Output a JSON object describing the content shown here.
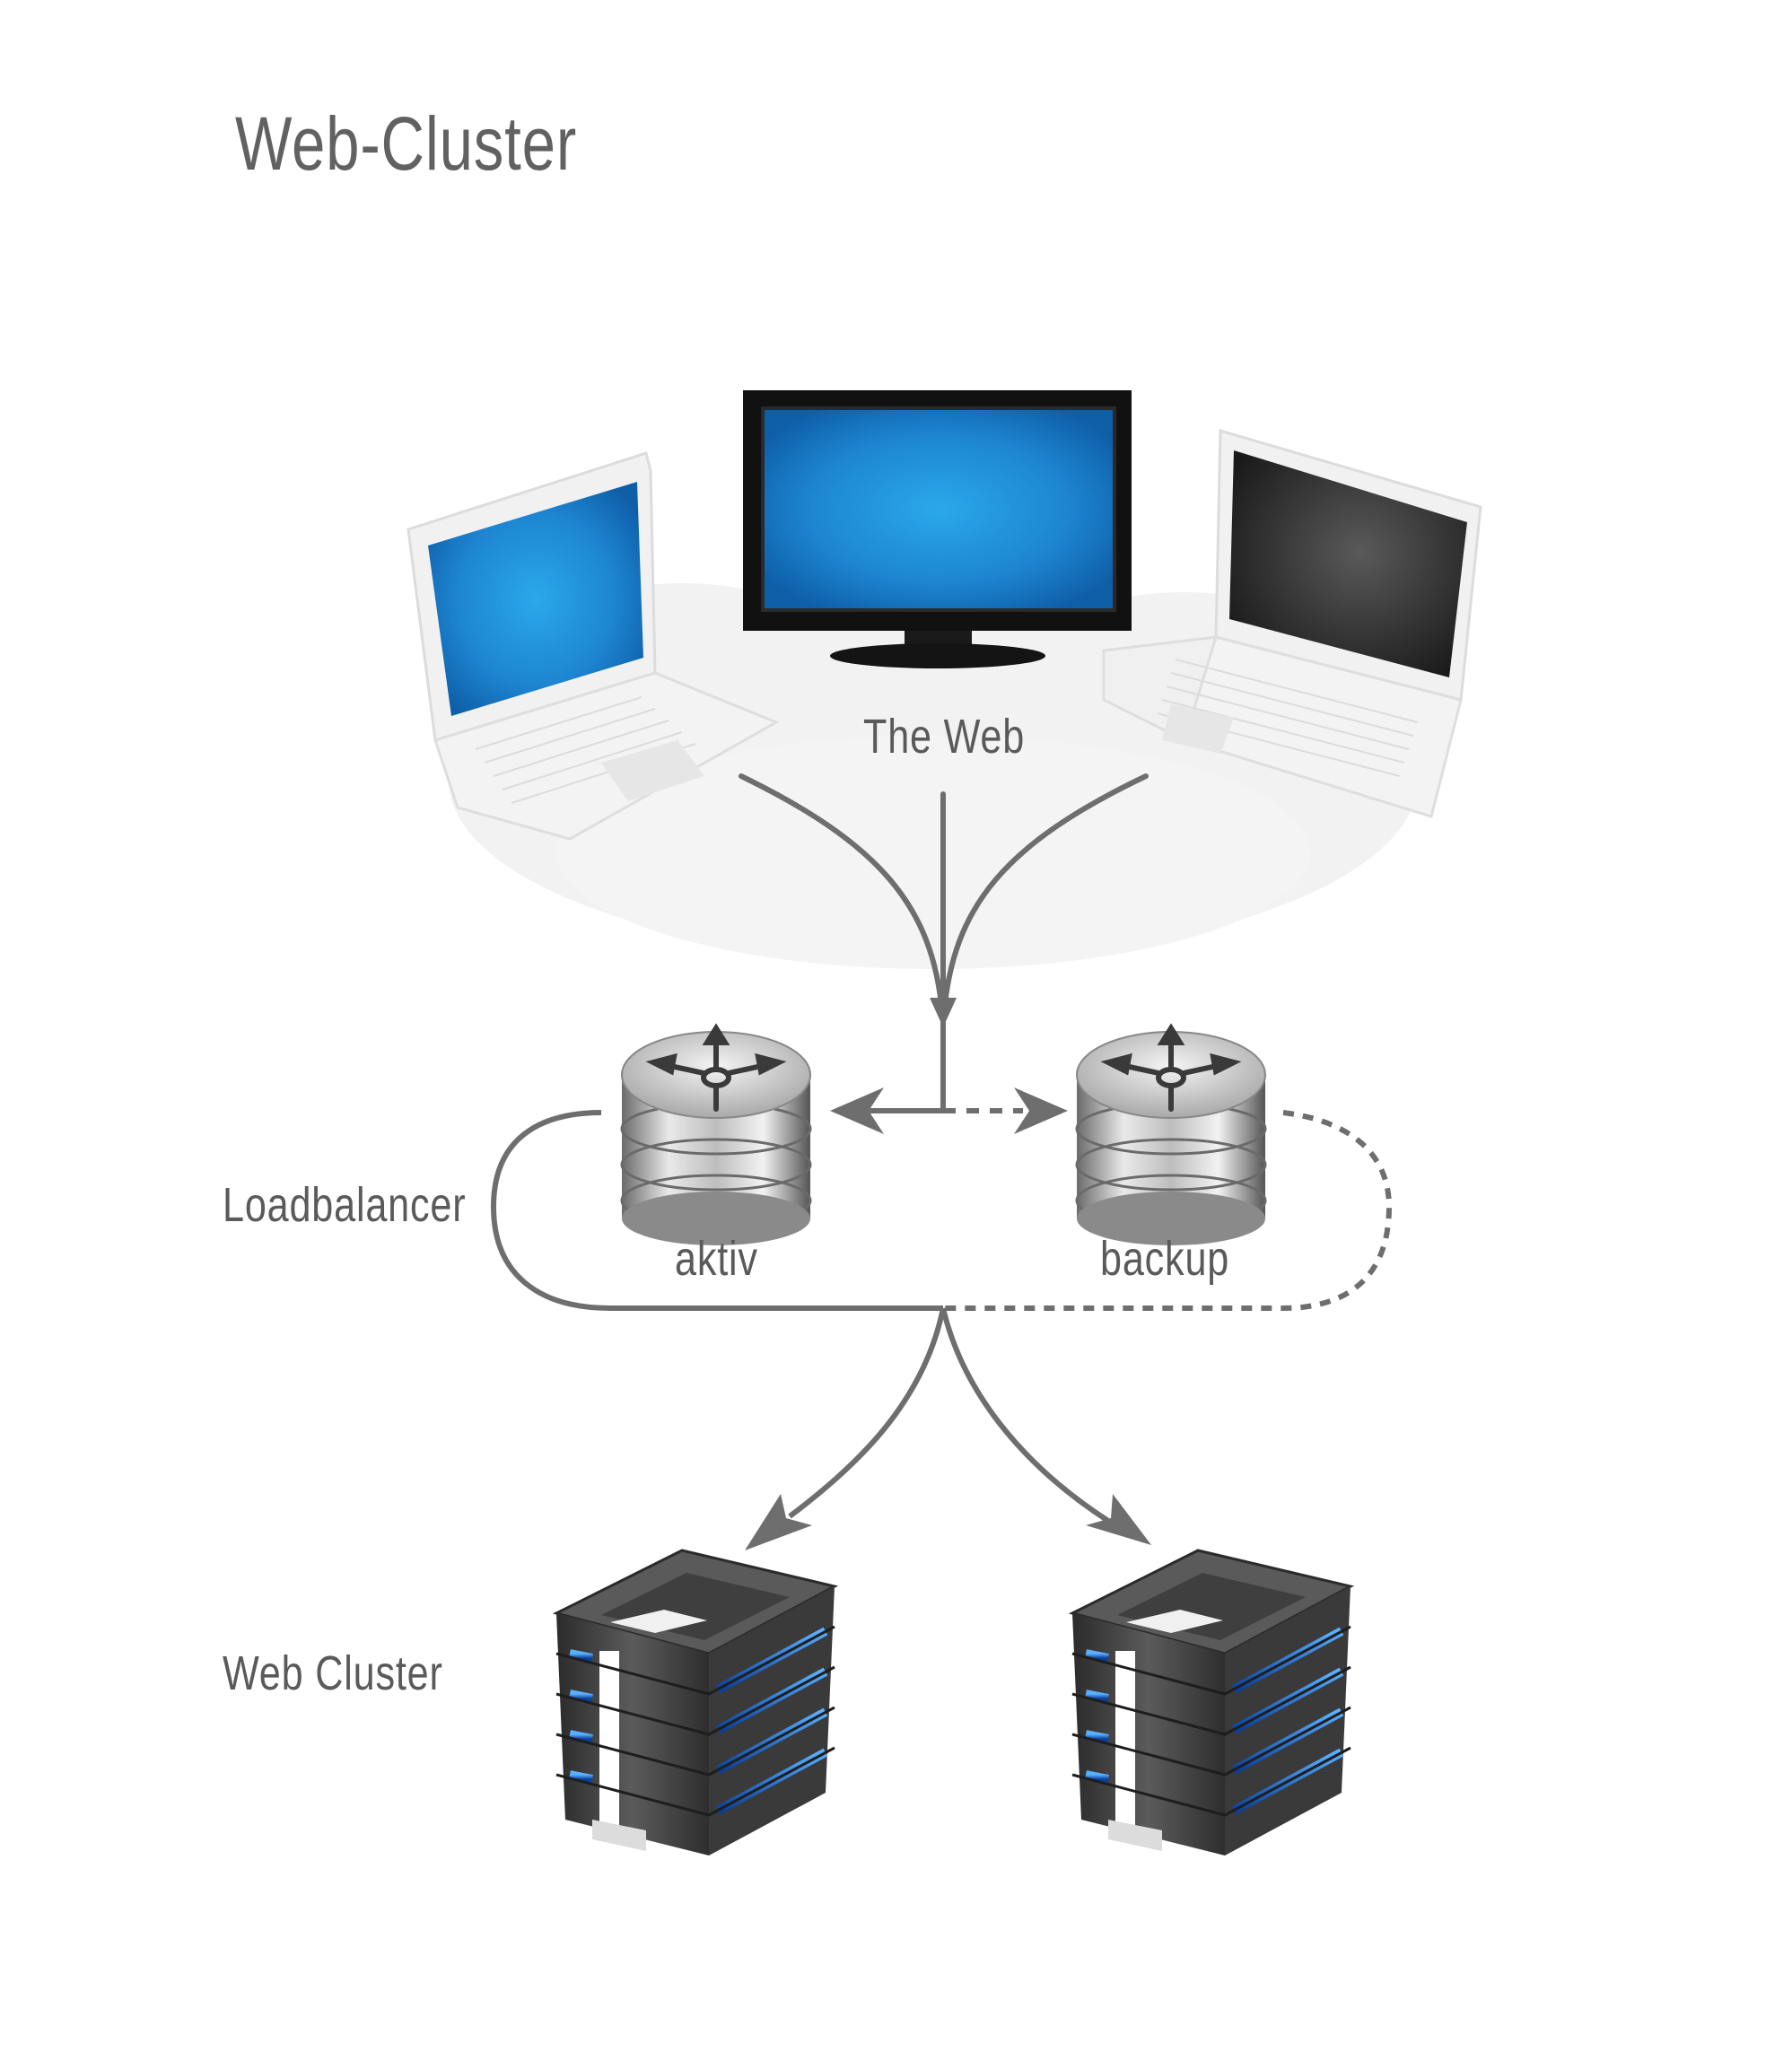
{
  "title": "Web-Cluster",
  "labels": {
    "the_web": "The Web",
    "loadbalancer": "Loadbalancer",
    "aktiv": "aktiv",
    "backup": "backup",
    "web_cluster": "Web Cluster"
  },
  "colors": {
    "text": "#5a5a5a",
    "arrow": "#6e6e6e",
    "screen_blue": "#1f8fd8",
    "screen_dark": "#2b2b2b",
    "server_blue": "#1e6fd0",
    "cloud": "#f0f0f0"
  },
  "icons": [
    "laptop-icon",
    "monitor-icon",
    "laptop-icon",
    "loadbalancer-router-icon",
    "loadbalancer-router-icon",
    "server-stack-icon",
    "server-stack-icon"
  ]
}
